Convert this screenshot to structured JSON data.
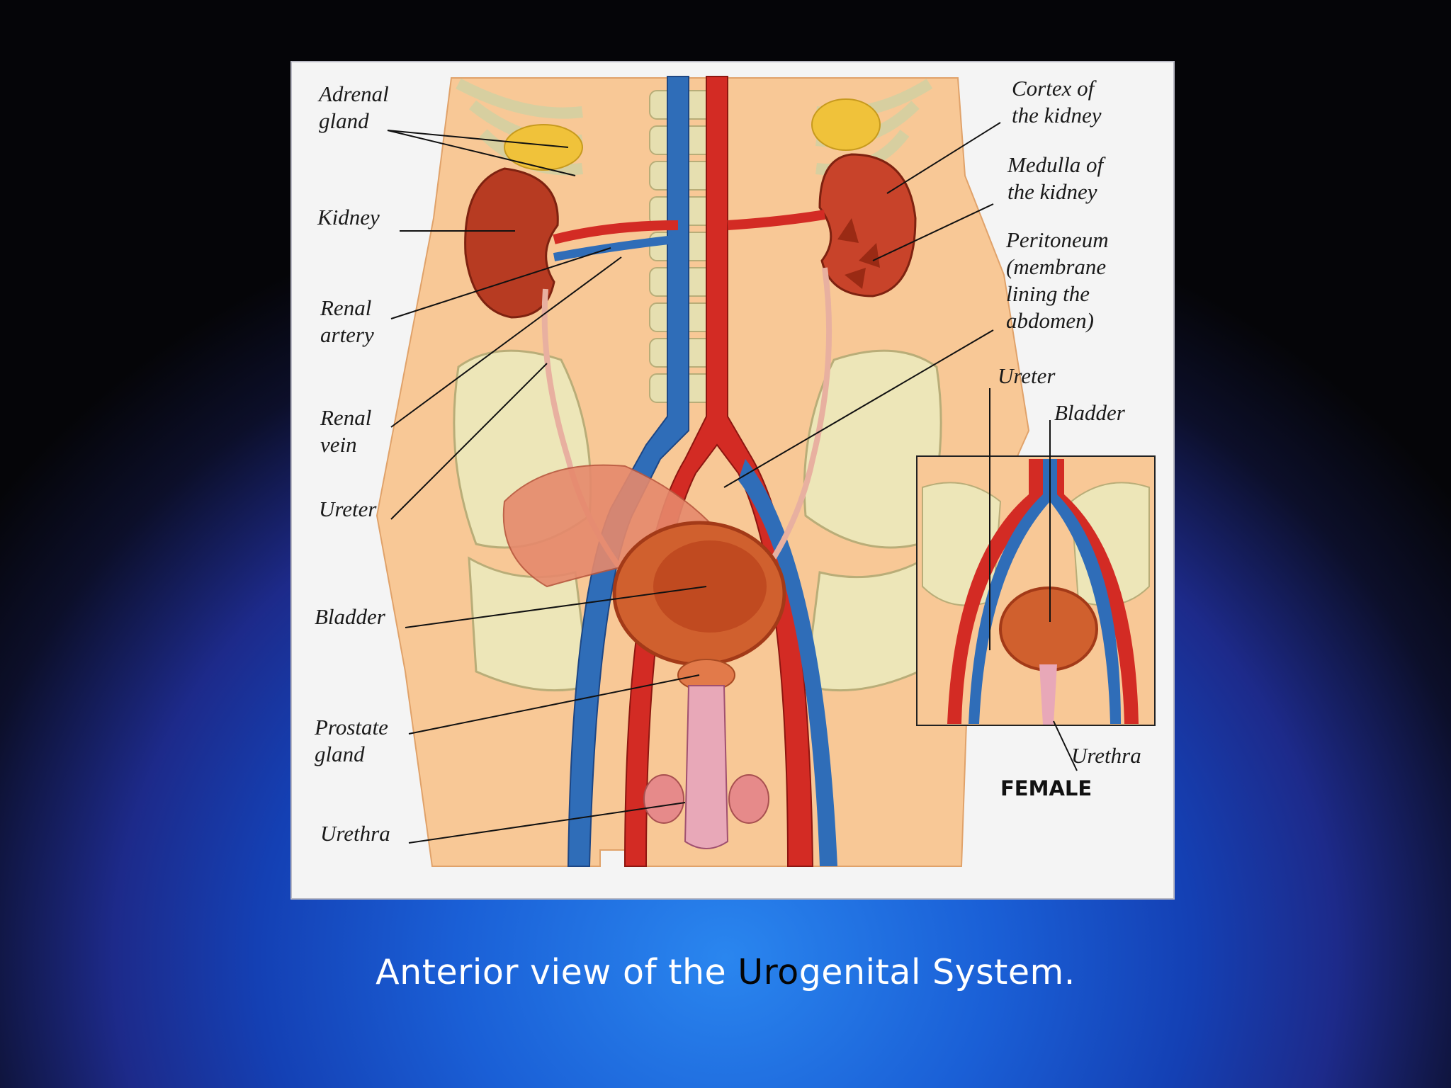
{
  "diagram": {
    "labels_left": {
      "adrenal_gland": "Adrenal\ngland",
      "kidney": "Kidney",
      "renal_artery": "Renal\nartery",
      "renal_vein": "Renal\nvein",
      "ureter": "Ureter",
      "bladder": "Bladder",
      "prostate_gland": "Prostate\ngland",
      "urethra": "Urethra"
    },
    "labels_right": {
      "cortex": "Cortex of\nthe kidney",
      "medulla": "Medulla of\nthe kidney",
      "peritoneum": "Peritoneum\n(membrane\nlining the\nabdomen)",
      "ureter": "Ureter",
      "bladder": "Bladder",
      "urethra": "Urethra"
    },
    "inset_title": "FEMALE"
  },
  "caption": {
    "before": "Anterior view of the ",
    "highlight": "Uro",
    "after": "genital System."
  }
}
